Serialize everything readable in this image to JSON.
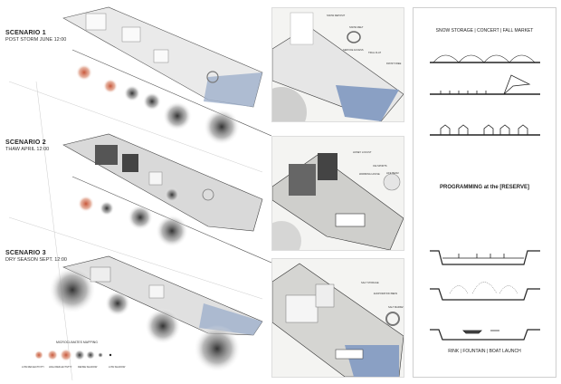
{
  "scenarios": [
    {
      "title": "SCENARIO 1",
      "subtitle": "POST STORM JUNE 12:00"
    },
    {
      "title": "SCENARIO 2",
      "subtitle": "THAW APRIL 12:00"
    },
    {
      "title": "SCENARIO 3",
      "subtitle": "DRY SEASON SEPT. 12:00"
    }
  ],
  "legend": {
    "title": "MICROCLIMATES MAPPING",
    "items": [
      "LOW REFLECTIVITY",
      "HIGH REFLECTIVITY",
      "DENSE SHADOW",
      "LOW SHADOW"
    ]
  },
  "detail_panels": [
    {
      "labels": [
        "SNOW DEPOSIT",
        "SNOW MELT",
        "SERVICE ACCESS",
        "TIDAL FLAT",
        "FROST FREE"
      ]
    },
    {
      "labels": [
        "HONEY LOCUST",
        "ICE SPORTS",
        "WARMING HOUSE",
        "LIFE BEAM"
      ]
    },
    {
      "labels": [
        "SALT STORAGE",
        "EVAPORATION BEDS",
        "SALT MARKET"
      ]
    }
  ],
  "programming": {
    "top_label": "SNOW STORAGE | CONCERT | FALL MARKET",
    "title": "PROGRAMMING at the [RESERVE]",
    "bottom_label": "RINK | FOUNTAIN | BOAT LAUNCH"
  },
  "colors": {
    "warm": "#c8573a",
    "shadow": "#555555",
    "water": "#8aa0c4"
  }
}
